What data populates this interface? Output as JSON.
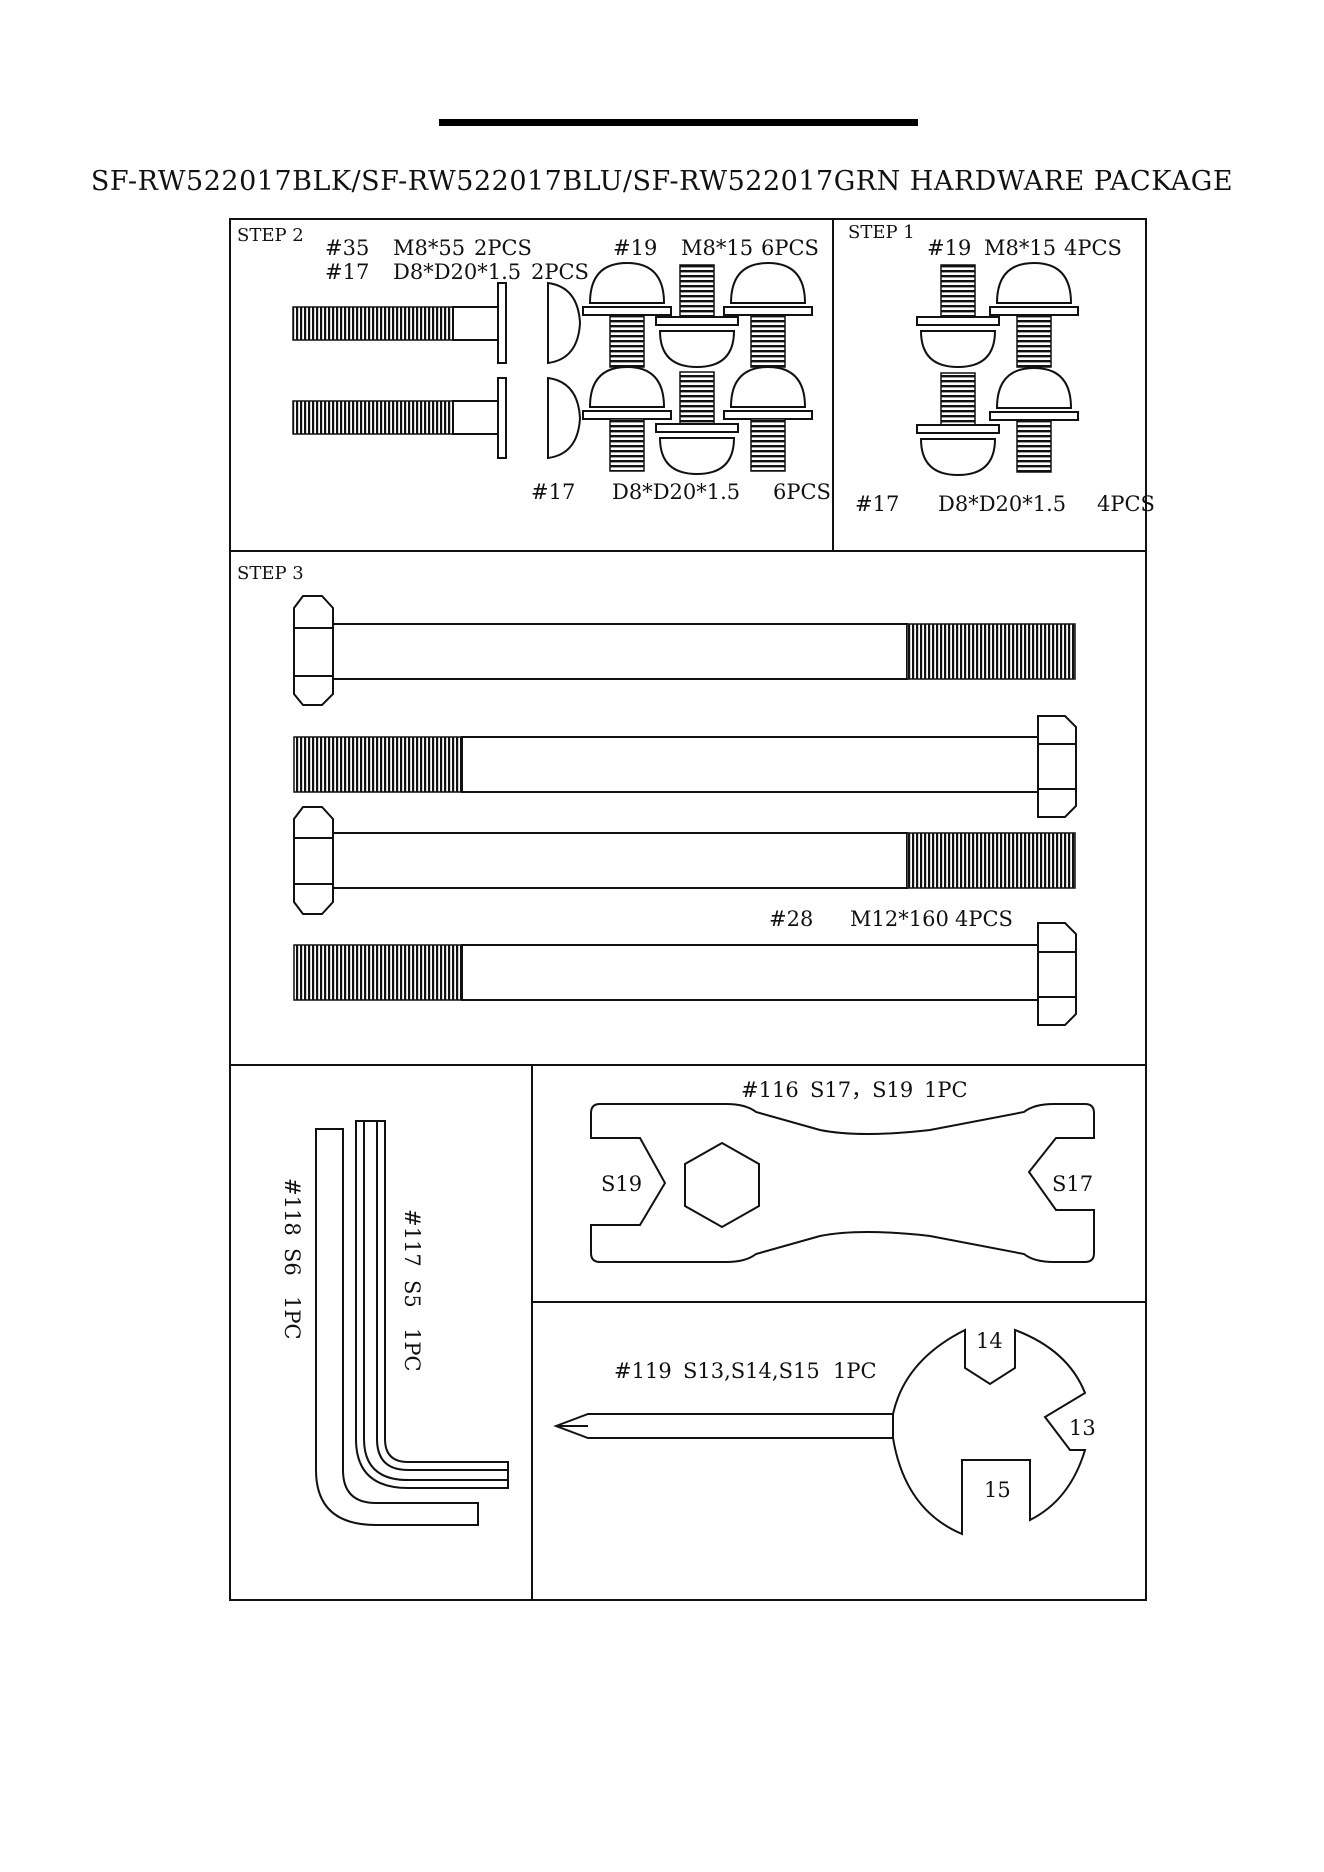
{
  "header": {
    "title": "SF-RW522017BLK/SF-RW522017BLU/SF-RW522017GRN HARDWARE PACKAGE"
  },
  "step2": {
    "step_label": "STEP 2",
    "bolt35": {
      "part": "#35",
      "size": "M8*55",
      "qty": "2PCS"
    },
    "washer17_top": {
      "part": "#17",
      "size": "D8*D20*1.5",
      "qty": "2PCS"
    },
    "screw19": {
      "part": "#19",
      "size": "M8*15",
      "qty": "6PCS"
    },
    "washer17_bottom": {
      "part": "#17",
      "size": "D8*D20*1.5",
      "qty": "6PCS"
    }
  },
  "step1": {
    "step_label": "STEP 1",
    "screw19": {
      "part": "#19",
      "size": "M8*15",
      "qty": "4PCS"
    },
    "washer17": {
      "part": "#17",
      "size": "D8*D20*1.5",
      "qty": "4PCS"
    }
  },
  "step3": {
    "step_label": "STEP 3",
    "bolt28": {
      "part": "#28",
      "size": "M12*160",
      "qty": "4PCS"
    }
  },
  "tools": {
    "hex118": {
      "part": "#118",
      "size": "S6",
      "qty": "1PC"
    },
    "hex117": {
      "part": "#117",
      "size": "S5",
      "qty": "1PC"
    },
    "wrench116": {
      "part": "#116",
      "size": "S17，S19",
      "qty": "1PC",
      "left_jaw": "S19",
      "right_jaw": "S17"
    },
    "tool119": {
      "part": "#119",
      "size": "S13,S14,S15",
      "qty": "1PC",
      "jaw_top": "14",
      "jaw_right": "13",
      "jaw_bottom": "15"
    }
  }
}
